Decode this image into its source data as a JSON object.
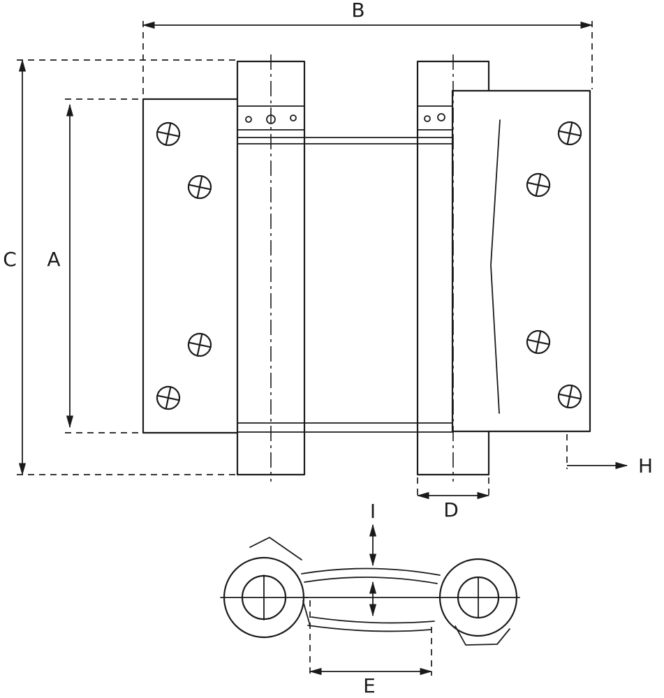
{
  "diagram": {
    "labels": {
      "A": "A",
      "B": "B",
      "C": "C",
      "D": "D",
      "E": "E",
      "H": "H",
      "I": "I"
    },
    "colors": {
      "line": "#1a1a1a",
      "background": "#ffffff"
    }
  }
}
